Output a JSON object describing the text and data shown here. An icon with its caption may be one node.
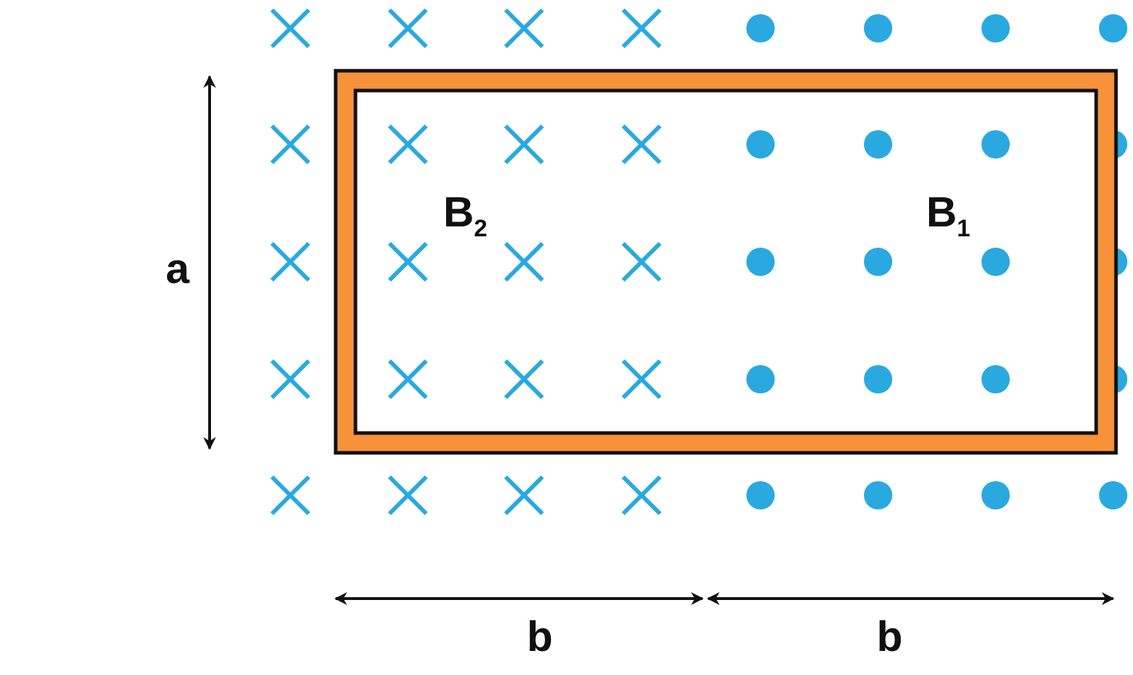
{
  "diagram": {
    "labels": [
      "B$_{2}$",
      "B$_{1}$",
      "a",
      "b",
      "b"
    ]
  }
}
